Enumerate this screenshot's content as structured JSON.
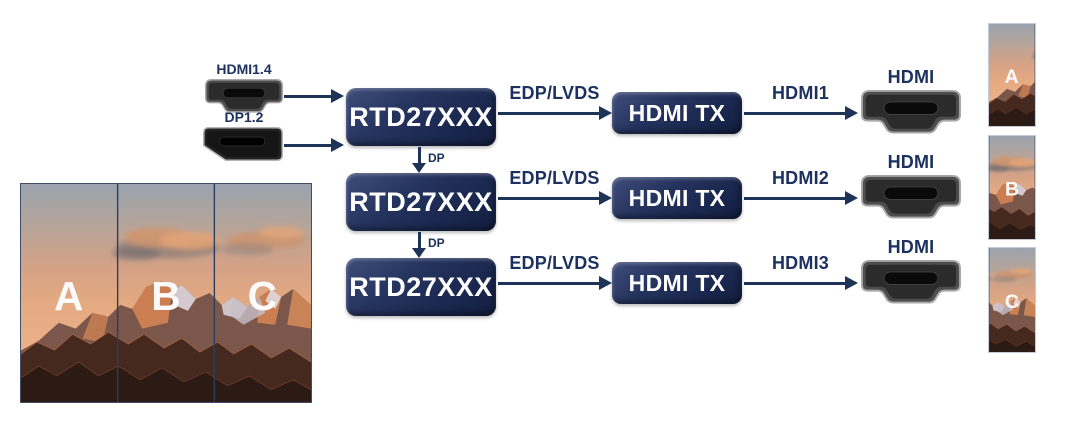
{
  "diagram": {
    "inputs": [
      {
        "label": "HDMI1.4",
        "icon": "hdmi-port-icon"
      },
      {
        "label": "DP1.2",
        "icon": "displayport-port-icon"
      }
    ],
    "cascade_label": "DP",
    "rows": [
      {
        "chip_label": "RTD27XXX",
        "bus_label": "EDP/LVDS",
        "tx_label": "HDMI TX",
        "link_label": "HDMI1",
        "port_label": "HDMI",
        "port_icon": "hdmi-port-icon"
      },
      {
        "chip_label": "RTD27XXX",
        "bus_label": "EDP/LVDS",
        "tx_label": "HDMI TX",
        "link_label": "HDMI2",
        "port_label": "HDMI",
        "port_icon": "hdmi-port-icon"
      },
      {
        "chip_label": "RTD27XXX",
        "bus_label": "EDP/LVDS",
        "tx_label": "HDMI TX",
        "link_label": "HDMI3",
        "port_label": "HDMI",
        "port_icon": "hdmi-port-icon"
      }
    ],
    "colors": {
      "accent_navy": "#1d3160",
      "chip_fill": "#1f2c52",
      "chip_text": "#ffffff",
      "arrow": "#1e3358"
    }
  },
  "source_image": {
    "section_labels": [
      "A",
      "B",
      "C"
    ]
  },
  "output_strips": [
    {
      "label": "A"
    },
    {
      "label": "B"
    },
    {
      "label": "C"
    }
  ]
}
